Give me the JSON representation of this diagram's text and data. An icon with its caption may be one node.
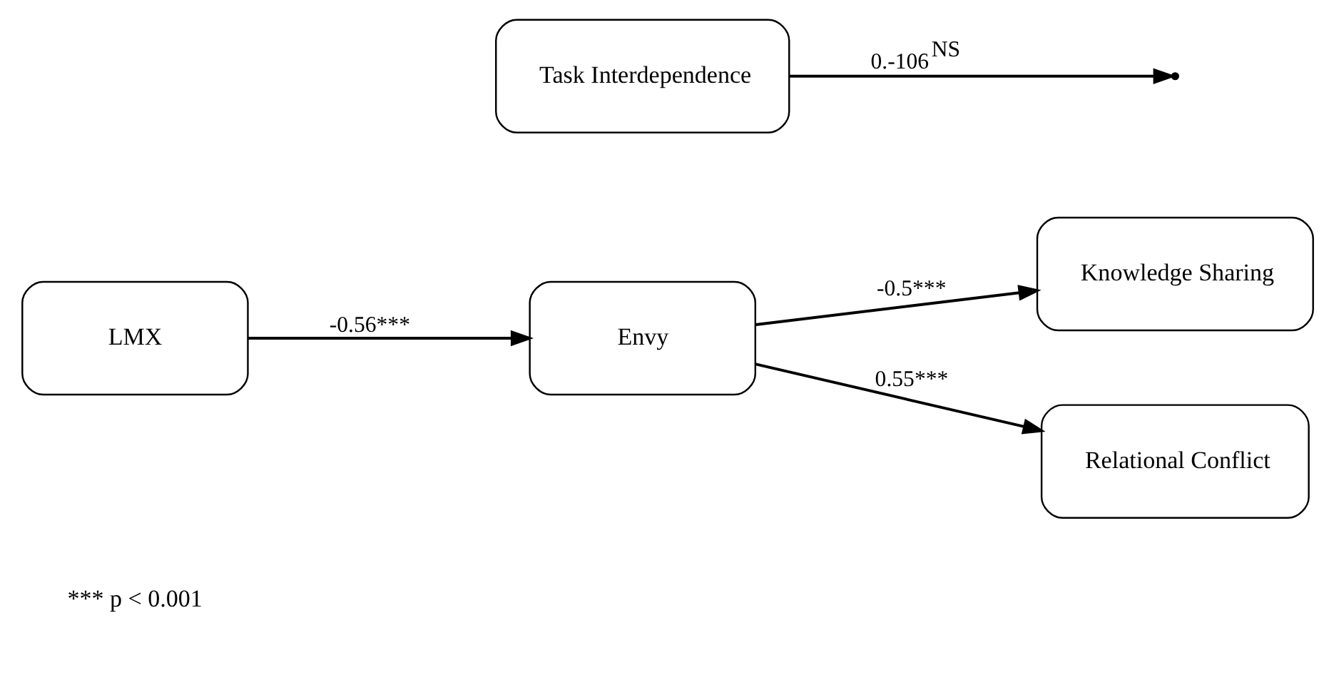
{
  "diagram": {
    "nodes": [
      {
        "text": [
          "LMX"
        ]
      },
      {
        "text": [
          "Task Interdependence"
        ]
      },
      {
        "text": [
          "Envy"
        ]
      },
      {
        "text": [
          "Knowledge Sharing"
        ]
      },
      {
        "text": [
          "Relational Conflict"
        ]
      }
    ],
    "edges": [
      {
        "from": 0,
        "to": 2,
        "arrow": "to",
        "label": "-0.56***"
      },
      {
        "from": 1,
        "to": null,
        "arrow": "to",
        "label": "0.-106$^{NS}$"
      },
      {
        "from": 2,
        "to": 3,
        "arrow": "to",
        "label": "-0.5***"
      },
      {
        "from": 2,
        "to": 4,
        "arrow": "to",
        "label": "0.55***"
      }
    ],
    "labels": [
      "*** p < 0.001"
    ]
  }
}
